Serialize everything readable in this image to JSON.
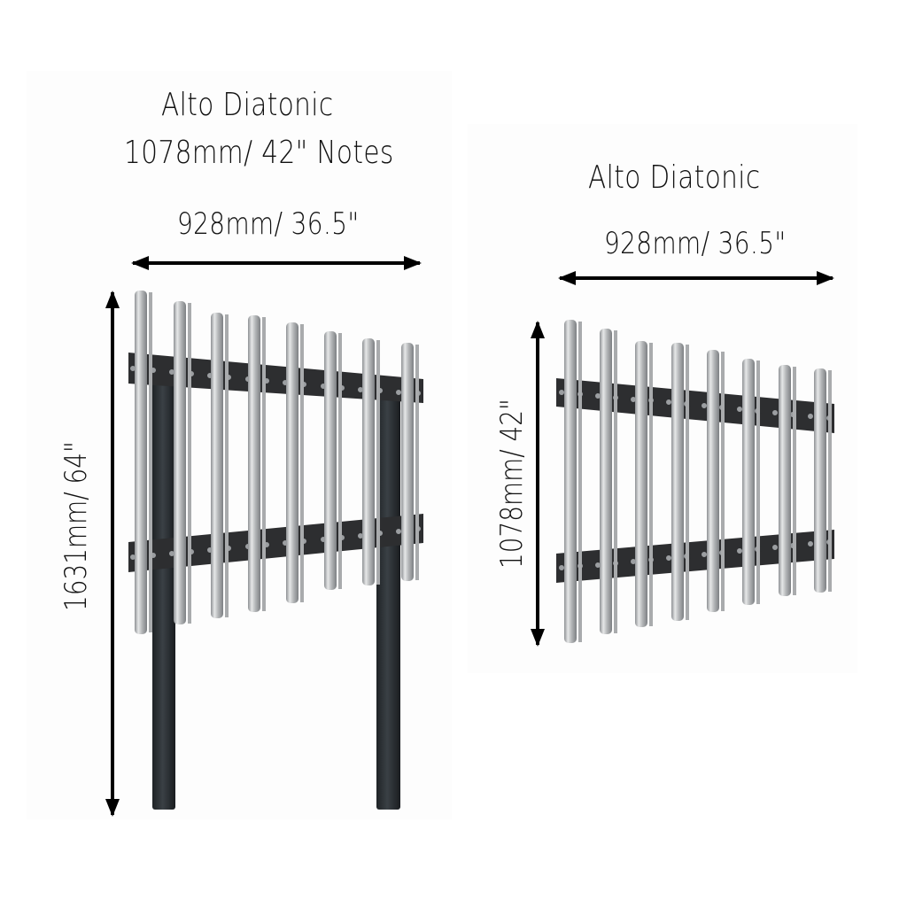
{
  "left_product": {
    "title_line1": "Alto Diatonic",
    "title_line2": "1078mm/ 42\" Notes",
    "width_label": "928mm/ 36.5\"",
    "height_label": "1631mm/ 64\"",
    "rod_count": 8,
    "variant": "freestanding-with-posts"
  },
  "right_product": {
    "title": "Alto Diatonic",
    "width_label": "928mm/ 36.5\"",
    "height_label": "1078mm/ 42\"",
    "rod_count": 8,
    "variant": "wall-mounted"
  },
  "colors": {
    "rod": "#b5b7b9",
    "rod_highlight": "#e4e5e6",
    "rod_shadow": "#85888b",
    "bar": "#2d2e30",
    "post": "#2f3438",
    "arrow": "#000000",
    "background": "#ffffff"
  }
}
